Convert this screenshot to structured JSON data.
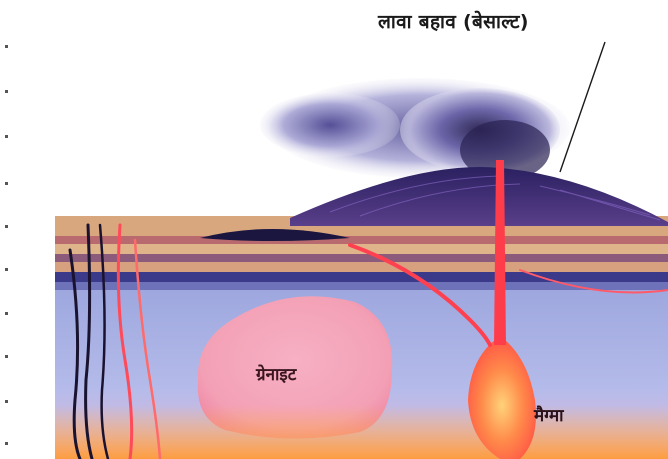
{
  "labels": {
    "lava_flow": "लावा बहाव (बेसाल्ट)",
    "granite": "ग्रेनाइट",
    "magma": "मैग्मा"
  },
  "colors": {
    "background": "#ffffff",
    "mantle": "#a9b2e6",
    "strata_tan": "#d9a77e",
    "strata_dark": "#3b3a8a",
    "volcano_cone": "#3d2f78",
    "granite": "#f49ab0",
    "magma": "#ff5a46",
    "magma_glow": "#ffb347",
    "smoke": "#6e6aa8"
  }
}
